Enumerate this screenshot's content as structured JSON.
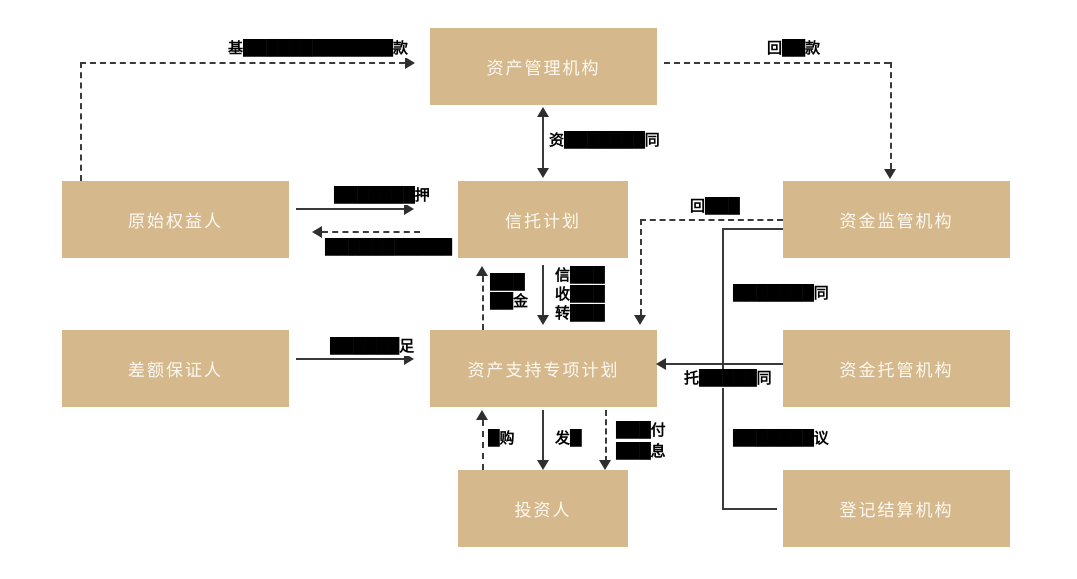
{
  "diagram": {
    "title": "asset-securitization-structure-diagram",
    "boxes": {
      "asset_manager": "资产管理机构",
      "originator": "原始权益人",
      "trust_plan": "信托计划",
      "fund_supervisor": "资金监管机构",
      "shortfall_guarantor": "差额保证人",
      "abs_plan": "资产支持专项计划",
      "fund_custodian": "资金托管机构",
      "investor": "投资人",
      "registrar": "登记结算机构"
    },
    "edge_labels": {
      "recovery_from_assets": "基█████████████款",
      "recovery_to_supervisor": "回██款",
      "asset_mgmt_contract": "资███████同",
      "asset_pledge": "███████押",
      "trust_loan": "███████████",
      "recovery_to_plan": "回███",
      "subscription_funds": "███\n██金",
      "trust_income_transfer": "信███\n收███\n转███",
      "shortfall_topup": "██████足",
      "supervision_contract": "███████同",
      "custody_contract": "托█████同",
      "registration_agreement": "███████议",
      "subscribe": "█购",
      "issue": "发█",
      "pay_to_investors": "███付\n███息"
    },
    "colors": {
      "box_fill": "#d5b98c",
      "box_text": "#fbf7ef",
      "line": "#3a3a3a",
      "label_text": "#000000",
      "background": "#ffffff"
    }
  }
}
